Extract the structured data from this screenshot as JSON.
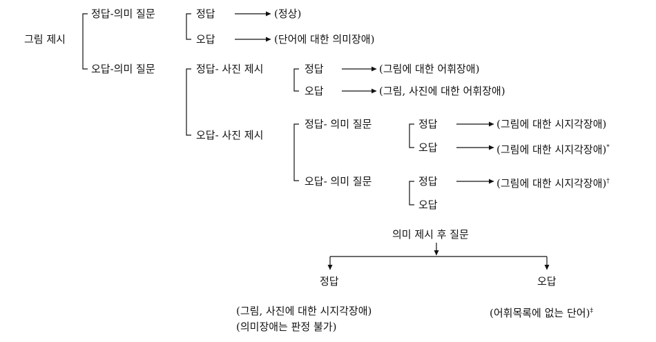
{
  "nodes": {
    "root": "그림 제시",
    "a_correct": "정답-의미 질문",
    "a_c_correct": "정답",
    "a_c_correct_out": "(정상)",
    "a_c_wrong": "오답",
    "a_c_wrong_out": "(단어에 대한 의미장애)",
    "a_wrong": "오답-의미 질문",
    "b_correct": "정답- 사진 제시",
    "b_c_correct": "정답",
    "b_c_correct_out": "(그림에 대한 어휘장애)",
    "b_c_wrong": "오답",
    "b_c_wrong_out": "(그림, 사진에 대한 어휘장애)",
    "b_wrong": "오답- 사진 제시",
    "c1": "정답- 의미 질문",
    "c1_correct": "정답",
    "c1_correct_out": "(그림에 대한 시지각장애)",
    "c1_wrong": "오답",
    "c1_wrong_out": "(그림에 대한 시지각장애)",
    "c1_wrong_mark": "*",
    "c2": "오답- 의미 질문",
    "c2_correct": "정답",
    "c2_correct_out": "(그림에 대한 시지각장애)",
    "c2_correct_mark": "†",
    "c2_wrong": "오답",
    "d_question": "의미 제시 후 질문",
    "d_correct": "정답",
    "d_correct_out1": "(그림, 사진에 대한 시지각장애)",
    "d_correct_out2": "(의미장애는 판정 불가)",
    "d_wrong": "오답",
    "d_wrong_out": "(어휘목록에 없는 단어)",
    "d_wrong_mark": "‡"
  },
  "colors": {
    "ink": "#111111",
    "background": "#ffffff"
  }
}
